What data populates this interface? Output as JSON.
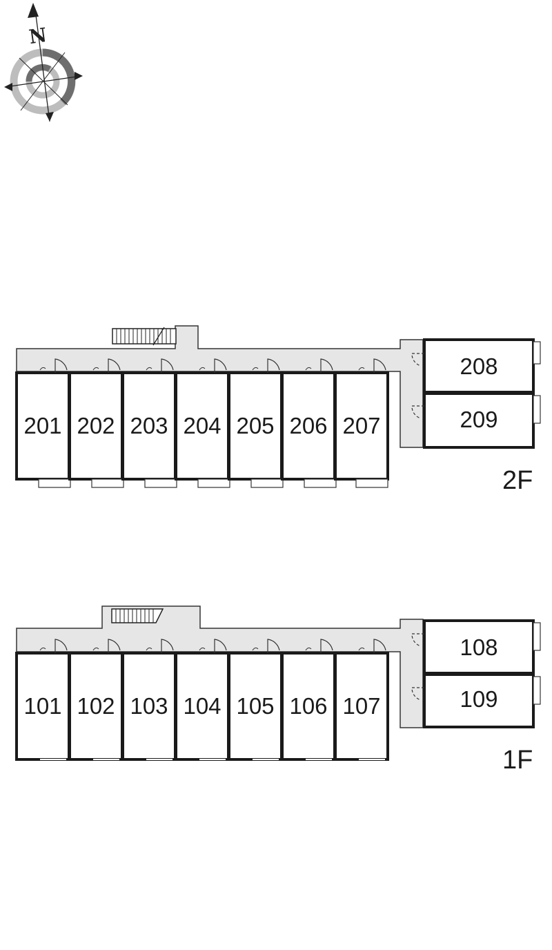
{
  "compass": {
    "north_label": "N",
    "icon": "compass-rose-icon"
  },
  "floors": [
    {
      "id": "2F",
      "label": "2F",
      "row_units": [
        "201",
        "202",
        "203",
        "204",
        "205",
        "206",
        "207"
      ],
      "side_units": [
        "208",
        "209"
      ]
    },
    {
      "id": "1F",
      "label": "1F",
      "row_units": [
        "101",
        "102",
        "103",
        "104",
        "105",
        "106",
        "107"
      ],
      "side_units": [
        "108",
        "109"
      ]
    }
  ],
  "colors": {
    "wall": "#1a1a1a",
    "corridor": "#e6e6e6",
    "compass_dark": "#6e6e6e",
    "compass_light": "#bdbdbd"
  }
}
